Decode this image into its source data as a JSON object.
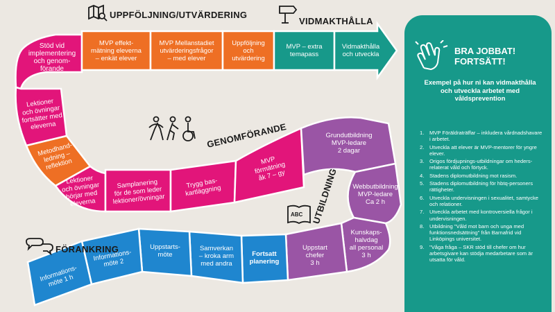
{
  "colors": {
    "background": "#ece8e2",
    "road": "#ffffff",
    "pink": "#e2157a",
    "orange": "#ee6f24",
    "teal": "#17998a",
    "purple": "#9a55a5",
    "blue": "#1f86cf"
  },
  "phases": {
    "uppfoljning": "UPPFÖLJNING/UTVÄRDERING",
    "vidmakthalla": "VIDMAKTHÅLLA",
    "genomforande": "GENOMFÖRANDE",
    "utbildning": "UTBILDNING",
    "forankring": "FÖRANKRING"
  },
  "icons": {
    "uppfoljning": "map-search-icon",
    "vidmakthalla": "signpost-icon",
    "genomforande": "people-icon",
    "utbildning": "abc-book-icon",
    "forankring": "speech-bubbles-icon",
    "panel": "clapping-hands-icon"
  },
  "steps": {
    "stod_implementering": [
      "Stöd vid",
      "implementering",
      "och genom-",
      "förande"
    ],
    "mvp_effekt": [
      "MVP effekt-",
      "mätning eleverna",
      "– enkät elever"
    ],
    "mvp_mellanstadiet": [
      "MVP Mellanstadiet",
      "utvärderingsfrågor",
      "– med elever"
    ],
    "uppfoljning_step": [
      "Uppföljning",
      "och",
      "utvärdering"
    ],
    "mvp_extra": [
      "MVP – extra",
      "temapass"
    ],
    "vidmakthalla_step": [
      "Vidmakthålla",
      "och utveckla"
    ],
    "lektioner_fortsatter": [
      "Lektioner",
      "och övningar",
      "fortsätter med",
      "eleverna"
    ],
    "metodhandledning": [
      "Metodhand-",
      "ledning –",
      "reflektion"
    ],
    "lektioner_borjar": [
      "Lektioner",
      "och övningar",
      "börjar med",
      "eleverna"
    ],
    "samplanering": [
      "Samplanering",
      "för de som leder",
      "lektioner/övningar"
    ],
    "trygg": [
      "Trygg bas-",
      "kartläggning"
    ],
    "mvp_formatning": [
      "MVP",
      "förmätning",
      "åk 7 – gy"
    ],
    "grundutbildning": [
      "Grundutbildning",
      "MVP-ledare",
      "2 dagar"
    ],
    "webbutbildning": [
      "Webbutbildning",
      "MVP-ledare",
      "Ca 2 h"
    ],
    "kunskapshalvdag": [
      "Kunskaps-",
      "halvdag",
      "all personal",
      "3 h"
    ],
    "uppstart_chefer": [
      "Uppstart",
      "chefer",
      "3 h"
    ],
    "fortsatt_planering": [
      "Fortsatt",
      "planering"
    ],
    "samverkan": [
      "Samverkan",
      "– kroka arm",
      "med andra"
    ],
    "uppstartsmote": [
      "Uppstarts-",
      "möte"
    ],
    "informationsmote2": [
      "Informations-",
      "möte 2"
    ],
    "informationsmote1": [
      "Informations-",
      "möte 1 h"
    ]
  },
  "panel": {
    "title": [
      "BRA JOBBAT!",
      "FORTSÄTT!"
    ],
    "intro": "Exempel på hur ni kan vidmakthålla och utveckla arbetet med våldsprevention",
    "items": [
      {
        "num": "1.",
        "text": "MVP Föräldraträffar – inkludera vårdnadshavare i arbetet."
      },
      {
        "num": "2.",
        "text": "Utveckla att elever är MVP-mentorer för yngre elever."
      },
      {
        "num": "3.",
        "text": "Origos fördjupnings-utbildningar om heders-relaterat våld och förtyck."
      },
      {
        "num": "4.",
        "text": "Stadens diplomutbildning mot rasism."
      },
      {
        "num": "5.",
        "text": "Stadens diplomutbildning för hbtq-personers rättigheter."
      },
      {
        "num": "6.",
        "text": "Utveckla undervisningen i sexualitet, samtycke och relationer."
      },
      {
        "num": "7.",
        "text": "Utveckla arbetet med kontroversiella frågor i undervisningen."
      },
      {
        "num": "8.",
        "text": "Utbildning \"Våld mot barn och unga med funktionsnedsättning\" från Barnafrid vid Linköpings universitet."
      },
      {
        "num": "9.",
        "text": "\"Våga fråga – SKR stöd till chefer om hur arbetsgivare kan stödja medarbetare som är utsatta för våld."
      }
    ]
  }
}
